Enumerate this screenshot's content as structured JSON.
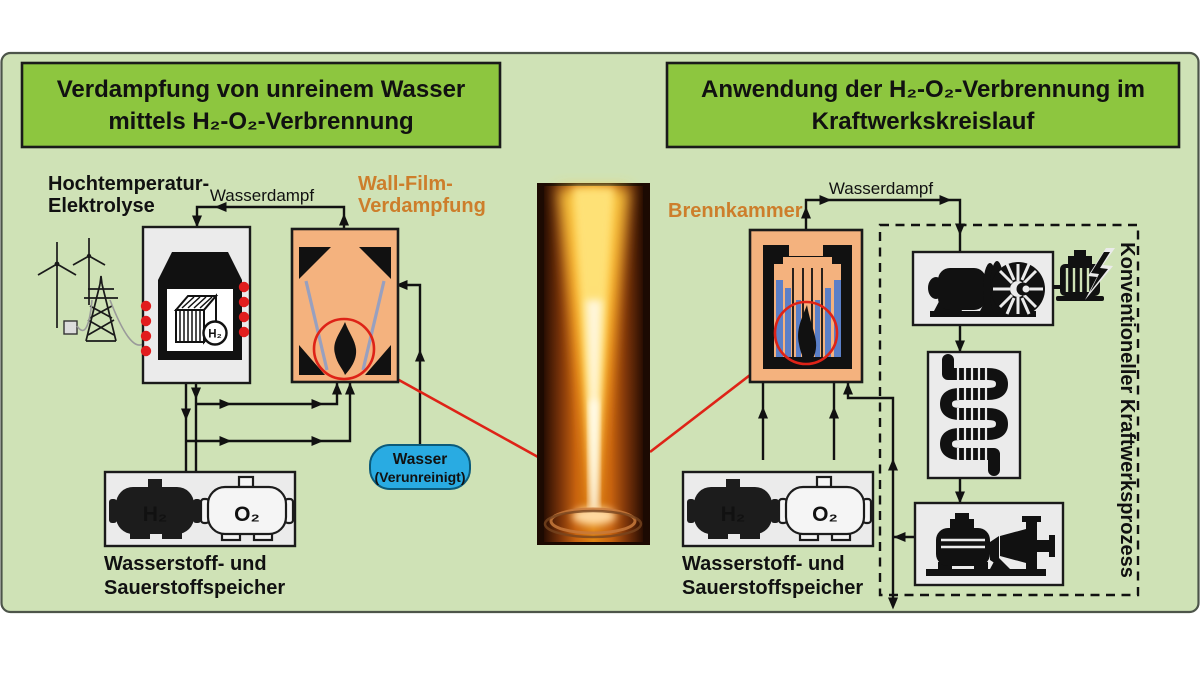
{
  "figure": {
    "left_title": {
      "line1": "Verdampfung von unreinem Wasser",
      "line2": "mittels H₂-O₂-Verbrennung"
    },
    "right_title": {
      "line1": "Anwendung der H₂-O₂-Verbrennung im",
      "line2": "Kraftwerkskreislauf"
    }
  },
  "left_diagram": {
    "electrolyzer_label_line1": "Hochtemperatur-",
    "electrolyzer_label_line2": "Elektrolyse",
    "steam_label": "Wasserdampf",
    "evaporator_label_line1": "Wall-Film-",
    "evaporator_label_line2": "Verdampfung",
    "electrolyzer_h2_badge": "H₂",
    "water_bubble_line1": "Wasser",
    "water_bubble_line2": "(Verunreinigt)",
    "h2_tank_label": "H₂",
    "o2_tank_label": "O₂",
    "storage_label_line1": "Wasserstoff- und",
    "storage_label_line2": "Sauerstoffspeicher"
  },
  "right_diagram": {
    "combustor_label": "Brennkammer",
    "steam_label": "Wasserdampf",
    "h2_tank_label": "H₂",
    "o2_tank_label": "O₂",
    "storage_label_line1": "Wasserstoff- und",
    "storage_label_line2": "Sauerstoffspeicher",
    "process_label": "Konventioneller Kraftwerksprozess"
  },
  "colors": {
    "canvas_green": "#cfe2b6",
    "title_green": "#8dc63f",
    "box_orange": "#f4b27e",
    "label_orange": "#cd7e2b",
    "water_blue": "#29abe2",
    "film_blue": "#5b7fc7",
    "highlight_red": "#de2317",
    "device_grey": "#ebebeb"
  }
}
